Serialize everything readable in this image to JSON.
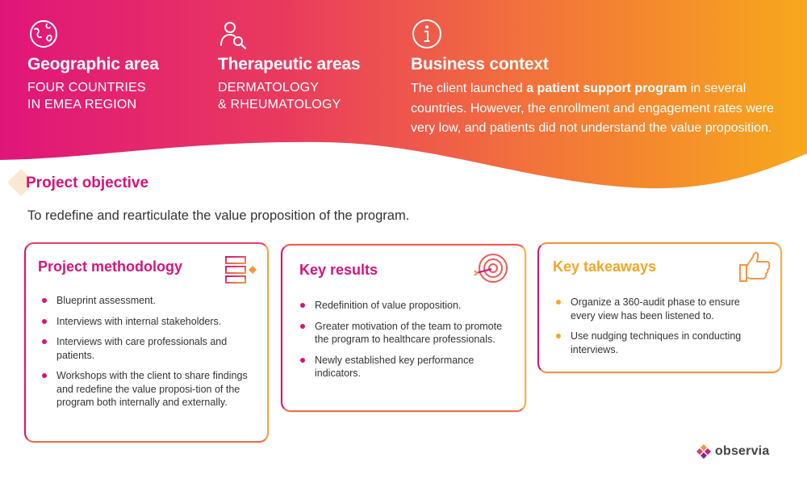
{
  "header": {
    "geo": {
      "icon": "globe-icon",
      "title": "Geographic area",
      "lines": [
        "FOUR COUNTRIES",
        "IN EMEA REGION"
      ]
    },
    "thera": {
      "icon": "person-search-icon",
      "title": "Therapeutic areas",
      "lines": [
        "DERMATOLOGY",
        "& RHEUMATOLOGY"
      ]
    },
    "business": {
      "icon": "info-icon",
      "title": "Business context",
      "text_before": "The client launched ",
      "text_bold": "a patient support program",
      "text_after": " in several countries. However, the enrollment and engagement rates were very low, and patients did not understand the value proposition."
    }
  },
  "objective": {
    "title": "Project objective",
    "text": "To redefine and rearticulate the value proposition of the program."
  },
  "cards": {
    "methodology": {
      "title": "Project methodology",
      "icon": "flowchart-icon",
      "items": [
        "Blueprint assessment.",
        "Interviews with internal stakeholders.",
        "Interviews with care professionals and patients.",
        "Workshops with the client to share findings and redefine the value proposi-tion of the program both internally and externally."
      ]
    },
    "results": {
      "title": "Key results",
      "icon": "target-icon",
      "items": [
        "Redefinition of value proposition.",
        "Greater motivation of the team to promote the program to healthcare professionals.",
        "Newly established key performance indicators."
      ]
    },
    "takeaways": {
      "title": "Key takeaways",
      "icon": "thumbs-up-icon",
      "items": [
        "Organize a 360-audit phase to ensure every view has been listened to.",
        "Use nudging techniques in conducting interviews."
      ]
    }
  },
  "brand": {
    "name": "observia"
  },
  "colors": {
    "magenta": "#d6137a",
    "orange": "#f39640",
    "yellow": "#f6b234"
  }
}
